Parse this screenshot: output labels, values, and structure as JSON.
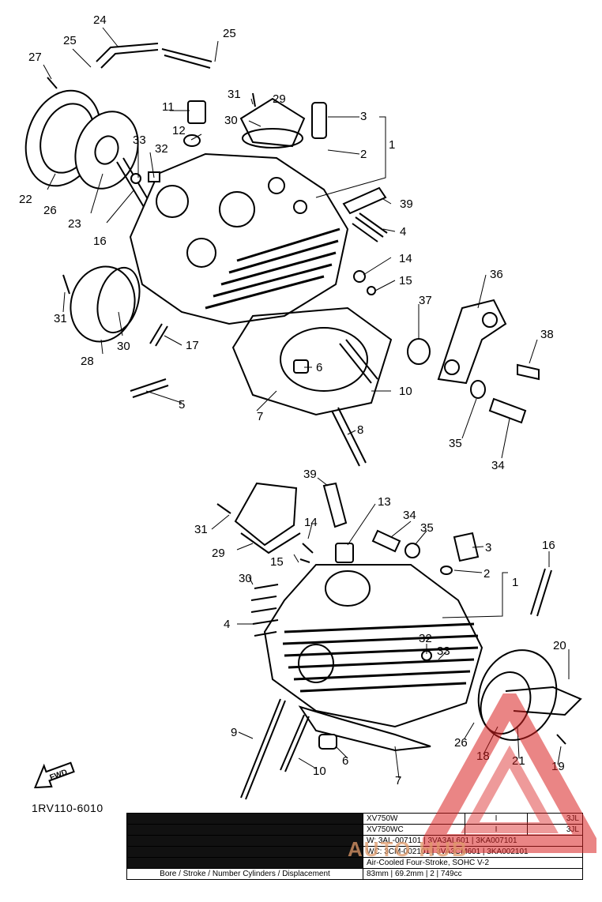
{
  "diagram_code": "1RV110-6010",
  "forward_label": "FWD",
  "callouts_top": [
    "24",
    "25",
    "25",
    "27",
    "31",
    "29",
    "11",
    "30",
    "3",
    "12",
    "2",
    "1",
    "33",
    "32",
    "22",
    "26",
    "23",
    "16",
    "39",
    "4",
    "14",
    "15",
    "36",
    "31",
    "37",
    "30",
    "17",
    "28",
    "38",
    "6",
    "10",
    "5",
    "7",
    "8",
    "35",
    "34"
  ],
  "callouts_bottom": [
    "39",
    "13",
    "31",
    "14",
    "34",
    "35",
    "3",
    "29",
    "15",
    "2",
    "16",
    "1",
    "30",
    "4",
    "32",
    "33",
    "20",
    "26",
    "18",
    "21",
    "19",
    "9",
    "10",
    "6",
    "7"
  ],
  "spec_table": {
    "rows": [
      {
        "label": "",
        "value": "XV750W",
        "mid": "I",
        "right": "3JL"
      },
      {
        "label": "",
        "value": "XV750WC",
        "mid": "I",
        "right": "3JL"
      },
      {
        "label": "",
        "value": "W: 3AL-007101 | 3VA3AL601 | 3KA007101",
        "mid": "",
        "right": ""
      },
      {
        "label": "",
        "value": "WC: 3CM-002101 | 3VA3CM601 | 3KA002101",
        "mid": "",
        "right": ""
      },
      {
        "label": "",
        "value": "Air-Cooled Four-Stroke, SOHC V-2",
        "mid": "",
        "right": ""
      },
      {
        "label": "Bore / Stroke / Number Cylinders / Displacement",
        "value": "83mm | 69.2mm | 2 | 749cc",
        "mid": "",
        "right": ""
      }
    ]
  },
  "watermark": "AUTO HUB",
  "colors": {
    "ink": "#000000",
    "paper": "#ffffff",
    "watermark": "#d92020"
  }
}
